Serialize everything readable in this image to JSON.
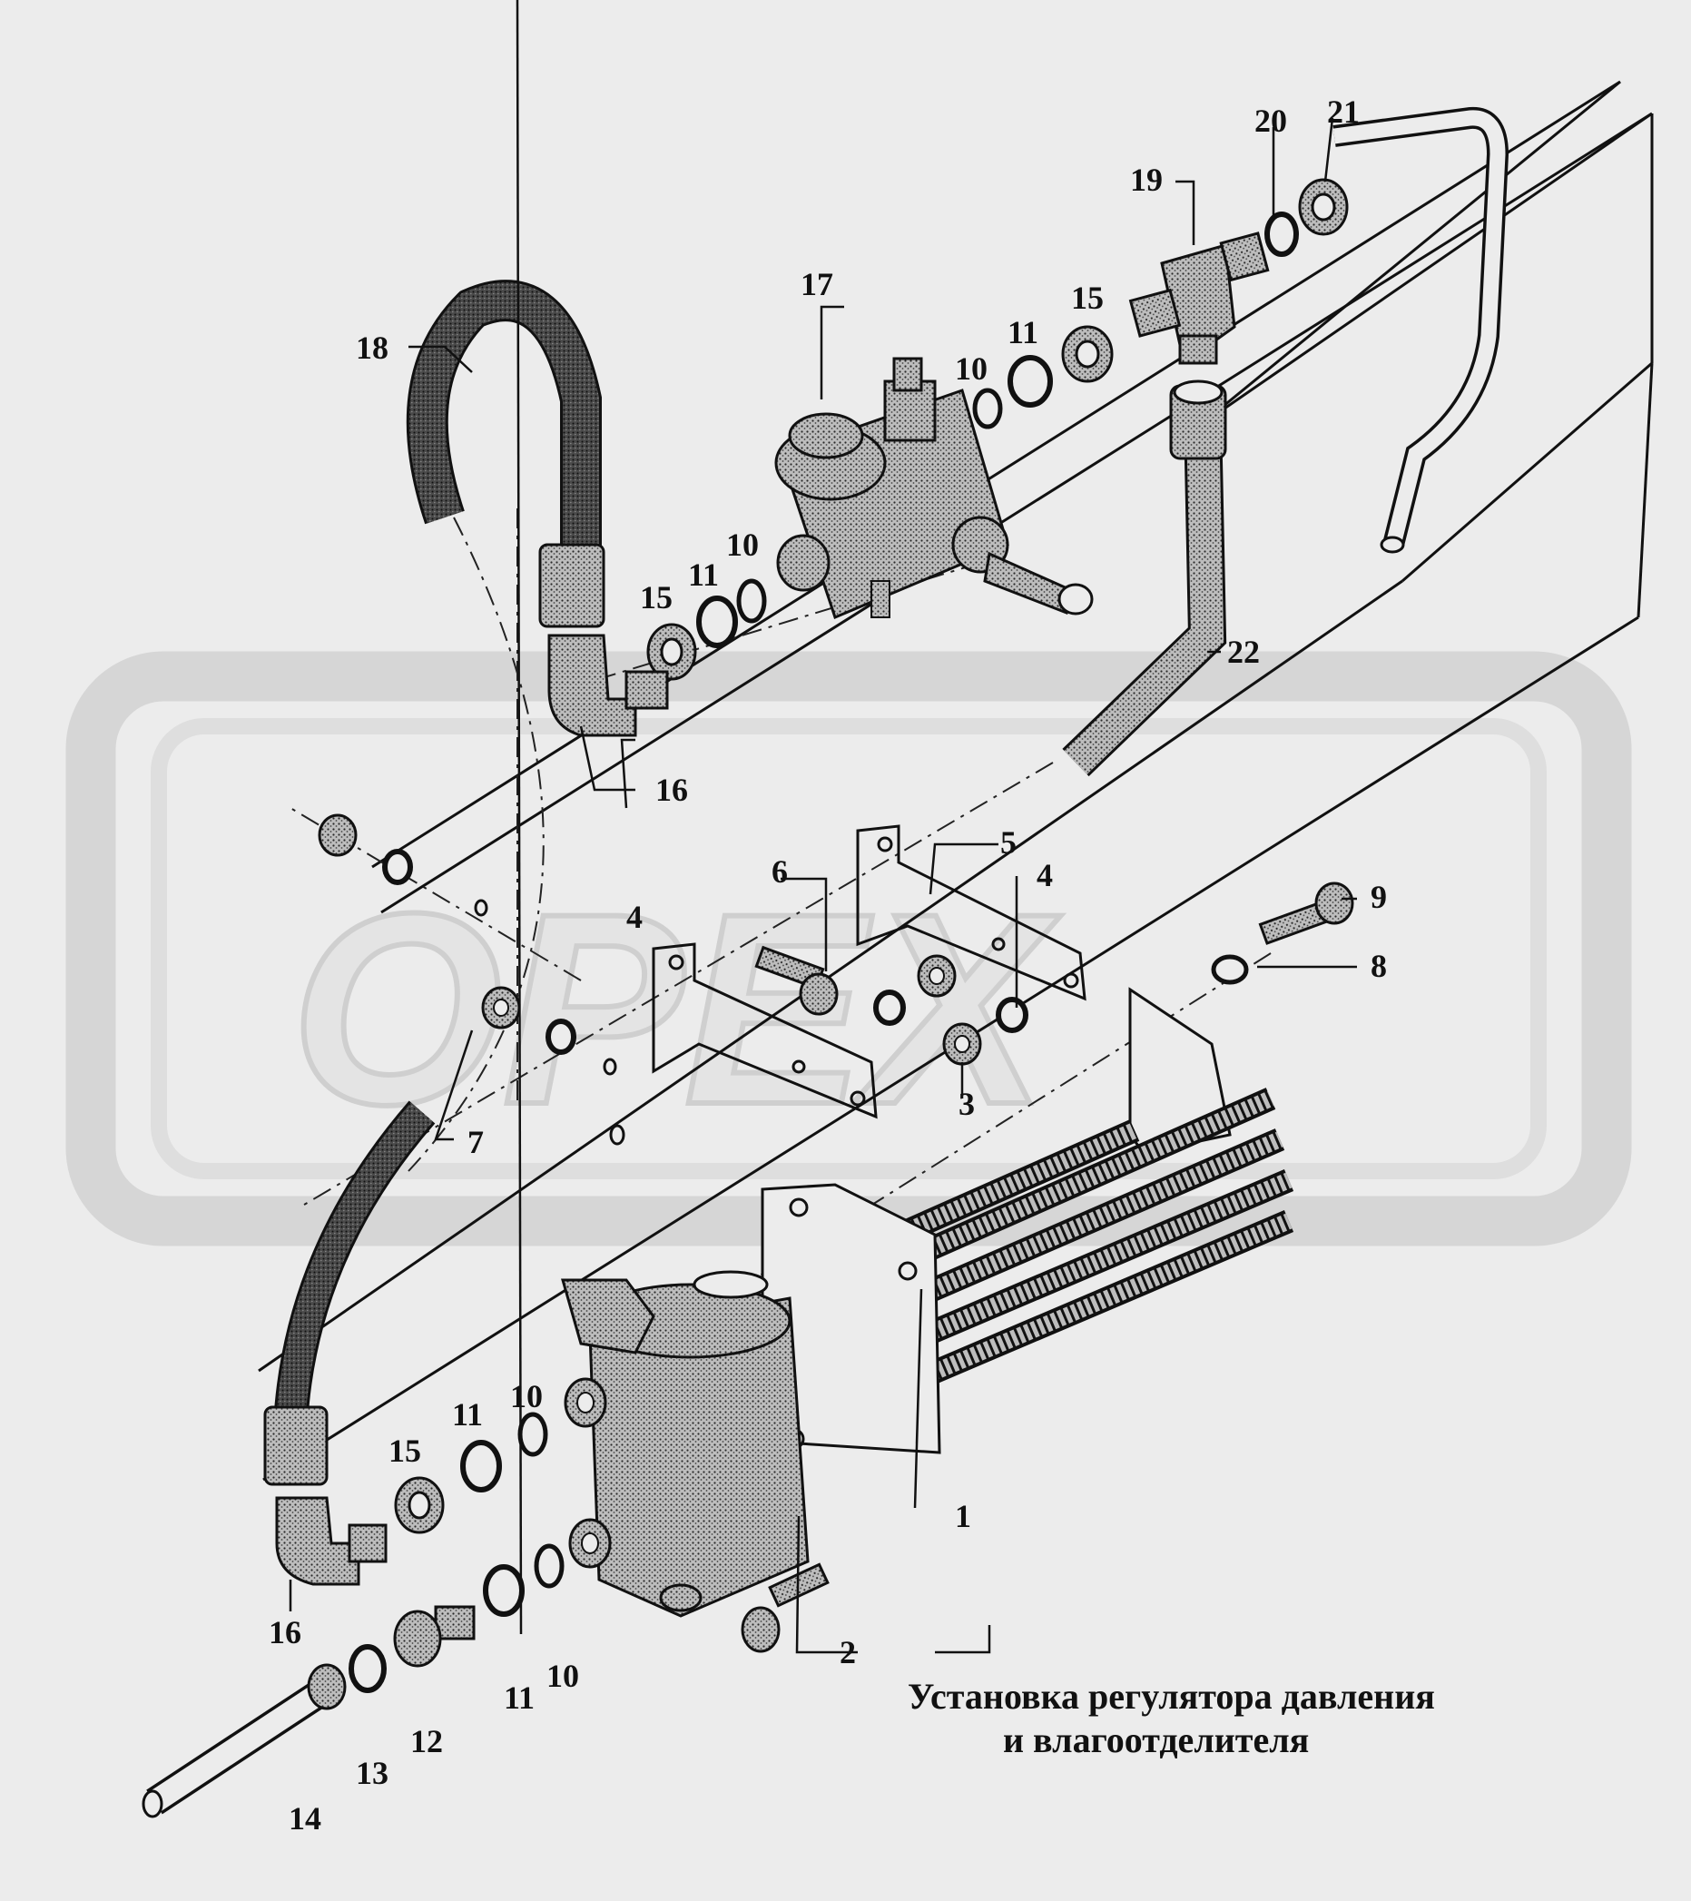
{
  "watermark": {
    "text": "ОРЕХ"
  },
  "caption": {
    "line1": "Установка регулятора давления",
    "line2": "и влагоотделителя"
  },
  "part_labels": [
    {
      "id": "p1",
      "text": "1"
    },
    {
      "id": "p2",
      "text": "2"
    },
    {
      "id": "p3",
      "text": "3"
    },
    {
      "id": "p4a",
      "text": "4"
    },
    {
      "id": "p4b",
      "text": "4"
    },
    {
      "id": "p5",
      "text": "5"
    },
    {
      "id": "p6",
      "text": "6"
    },
    {
      "id": "p7",
      "text": "7"
    },
    {
      "id": "p8",
      "text": "8"
    },
    {
      "id": "p9",
      "text": "9"
    },
    {
      "id": "p10a",
      "text": "10"
    },
    {
      "id": "p10b",
      "text": "10"
    },
    {
      "id": "p10c",
      "text": "10"
    },
    {
      "id": "p10d",
      "text": "10"
    },
    {
      "id": "p11a",
      "text": "11"
    },
    {
      "id": "p11b",
      "text": "11"
    },
    {
      "id": "p11c",
      "text": "11"
    },
    {
      "id": "p11d",
      "text": "11"
    },
    {
      "id": "p12",
      "text": "12"
    },
    {
      "id": "p13",
      "text": "13"
    },
    {
      "id": "p14",
      "text": "14"
    },
    {
      "id": "p15a",
      "text": "15"
    },
    {
      "id": "p15b",
      "text": "15"
    },
    {
      "id": "p15c",
      "text": "15"
    },
    {
      "id": "p16a",
      "text": "16"
    },
    {
      "id": "p16b",
      "text": "16"
    },
    {
      "id": "p17",
      "text": "17"
    },
    {
      "id": "p18",
      "text": "18"
    },
    {
      "id": "p19",
      "text": "19"
    },
    {
      "id": "p20",
      "text": "20"
    },
    {
      "id": "p21",
      "text": "21"
    },
    {
      "id": "p22",
      "text": "22"
    }
  ],
  "colors": {
    "background": "#ececec",
    "ink": "#111111",
    "watermark": "#d4d4d4",
    "hose": "#3a3a3a",
    "metal": "#9a9a9a"
  }
}
